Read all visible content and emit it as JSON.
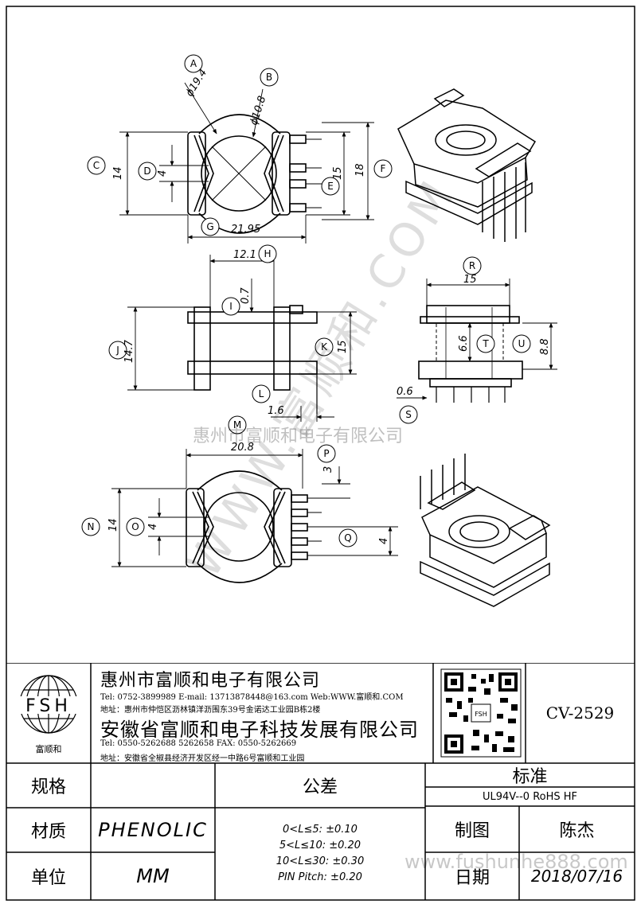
{
  "drawing": {
    "labels": {
      "A": "A",
      "B": "B",
      "C": "C",
      "D": "D",
      "E": "E",
      "F": "F",
      "G": "G",
      "H": "H",
      "I": "I",
      "J": "J",
      "K": "K",
      "L": "L",
      "M": "M",
      "N": "N",
      "O": "O",
      "P": "P",
      "Q": "Q",
      "R": "R",
      "S": "S",
      "T": "T",
      "U": "U"
    },
    "dims": {
      "A": "ϕ19.4",
      "B": "ϕ10.8",
      "C": "14",
      "D": "4",
      "E": "15",
      "F": "18",
      "G": "21.95",
      "H": "12.1",
      "I": "0.7",
      "J": "14.7",
      "K": "15",
      "L": "1.6",
      "M": "20.8",
      "N": "14",
      "O": "4",
      "P": "3",
      "Q": "4",
      "R": "15",
      "S": "0.6",
      "T": "6.6",
      "U": "8.8"
    }
  },
  "watermarks": {
    "diagonal": "WWW.富顺和.COM",
    "center": "惠州市富顺和电子有限公司",
    "footer": "www.fushunhe888.com"
  },
  "title_block": {
    "logo_text": "FSH",
    "logo_caption": "富顺和",
    "company1": {
      "name": "惠州市富顺和电子有限公司",
      "tel": "Tel: 0752-3899989  E-mail: 13713878448@163.com  Web:WWW.富顺和.COM",
      "addr": "地址：惠州市仲恺区沥林镇洋沥围东39号金诺达工业园B栋2楼"
    },
    "company2": {
      "name": "安徽省富顺和电子科技发展有限公司",
      "tel": "Tel: 0550-5262688  5262658     FAX: 0550-5262669",
      "addr": "地址：安徽省全椒县经济开发区经一中路6号富顺和工业园"
    },
    "qr_center": "FSH",
    "part_no": "CV-2529",
    "spec_label": "规格",
    "material_label": "材质",
    "material_value": "PHENOLIC",
    "unit_label": "单位",
    "unit_value": "MM",
    "tolerance_label": "公差",
    "tolerance_lines": [
      "0<L≤5: ±0.10",
      "5<L≤10: ±0.20",
      "10<L≤30: ±0.30",
      "PIN Pitch: ±0.20"
    ],
    "standard_label": "标准",
    "standard_value": "UL94V--0  RoHS HF",
    "drawn_label": "制图",
    "drawn_value": "陈杰",
    "date_label": "日期",
    "date_value": "2018/07/16"
  }
}
